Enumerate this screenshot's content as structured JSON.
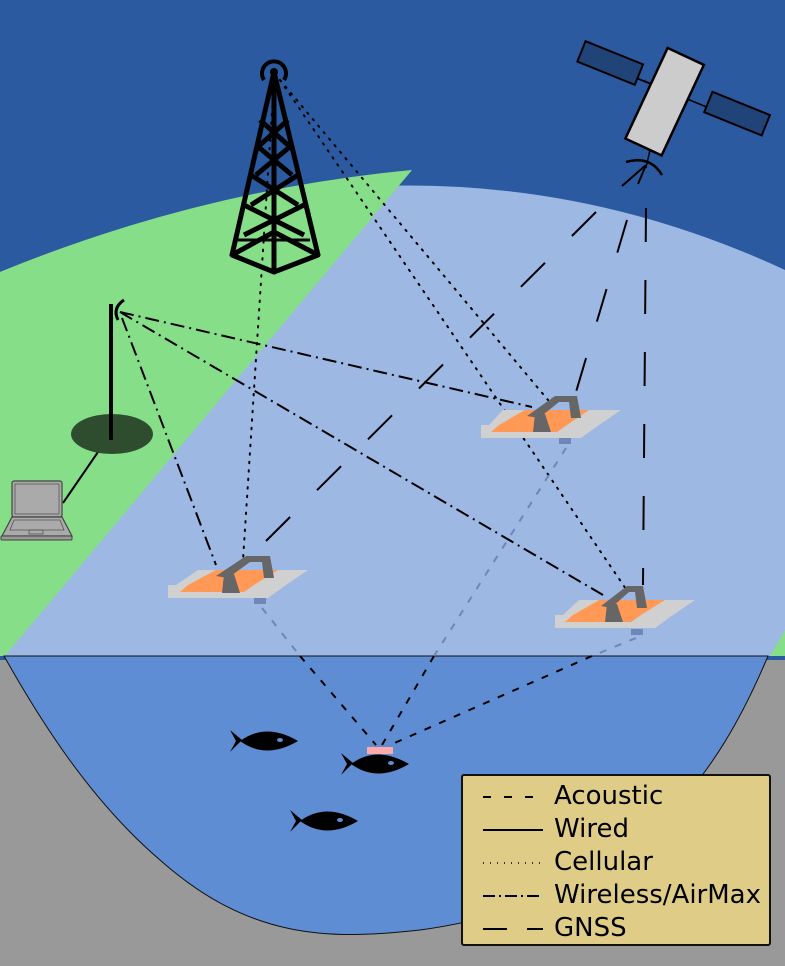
{
  "diagram": {
    "title": "",
    "colors": {
      "sky": "#2b5aa0",
      "land": "#86df88",
      "coverage_area": "#9db8e3",
      "ocean": "#5f8dd3",
      "seafloor": "#999999",
      "legend_bg": "#dfcd87",
      "buoy_deck": "#d0d0d0",
      "buoy_panel": "#ff9955",
      "buoy_frame": "#666666",
      "station_base": "#2d4d2e",
      "satellite_body": "#cccccc",
      "satellite_panel": "#214478",
      "sensor_tag": "#ffaaaa",
      "hydrophone": "#6f86b8"
    },
    "nodes": [
      {
        "id": "cell-tower",
        "label": "Cellular tower",
        "icon": "cell-tower-icon"
      },
      {
        "id": "satellite",
        "label": "GNSS satellite",
        "icon": "satellite-icon"
      },
      {
        "id": "base-antenna",
        "label": "Shore antenna",
        "icon": "antenna-icon"
      },
      {
        "id": "laptop",
        "label": "Laptop",
        "icon": "laptop-icon"
      },
      {
        "id": "buoy-left",
        "label": "Buoy",
        "icon": "buoy-icon"
      },
      {
        "id": "buoy-top-right",
        "label": "Buoy",
        "icon": "buoy-icon"
      },
      {
        "id": "buoy-right",
        "label": "Buoy",
        "icon": "buoy-icon"
      },
      {
        "id": "fish-tagged",
        "label": "Tagged fish",
        "icon": "fish-icon"
      },
      {
        "id": "fish-1",
        "label": "Fish",
        "icon": "fish-icon"
      },
      {
        "id": "fish-2",
        "label": "Fish",
        "icon": "fish-icon"
      }
    ],
    "links": [
      {
        "from": "cell-tower",
        "to": "buoy-left",
        "type": "Cellular"
      },
      {
        "from": "cell-tower",
        "to": "buoy-top-right",
        "type": "Cellular"
      },
      {
        "from": "cell-tower",
        "to": "buoy-right",
        "type": "Cellular"
      },
      {
        "from": "satellite",
        "to": "buoy-left",
        "type": "GNSS"
      },
      {
        "from": "satellite",
        "to": "buoy-top-right",
        "type": "GNSS"
      },
      {
        "from": "satellite",
        "to": "buoy-right",
        "type": "GNSS"
      },
      {
        "from": "base-antenna",
        "to": "buoy-left",
        "type": "Wireless/AirMax"
      },
      {
        "from": "base-antenna",
        "to": "buoy-top-right",
        "type": "Wireless/AirMax"
      },
      {
        "from": "base-antenna",
        "to": "buoy-right",
        "type": "Wireless/AirMax"
      },
      {
        "from": "base-antenna",
        "to": "laptop",
        "type": "Wired"
      },
      {
        "from": "fish-tagged",
        "to": "buoy-left",
        "type": "Acoustic"
      },
      {
        "from": "fish-tagged",
        "to": "buoy-top-right",
        "type": "Acoustic"
      },
      {
        "from": "fish-tagged",
        "to": "buoy-right",
        "type": "Acoustic"
      }
    ]
  },
  "legend": {
    "items": [
      {
        "label": "Acoustic",
        "style": "acoustic"
      },
      {
        "label": "Wired",
        "style": "wired"
      },
      {
        "label": "Cellular",
        "style": "cellular"
      },
      {
        "label": "Wireless/AirMax",
        "style": "wireless"
      },
      {
        "label": "GNSS",
        "style": "gnss"
      }
    ]
  }
}
